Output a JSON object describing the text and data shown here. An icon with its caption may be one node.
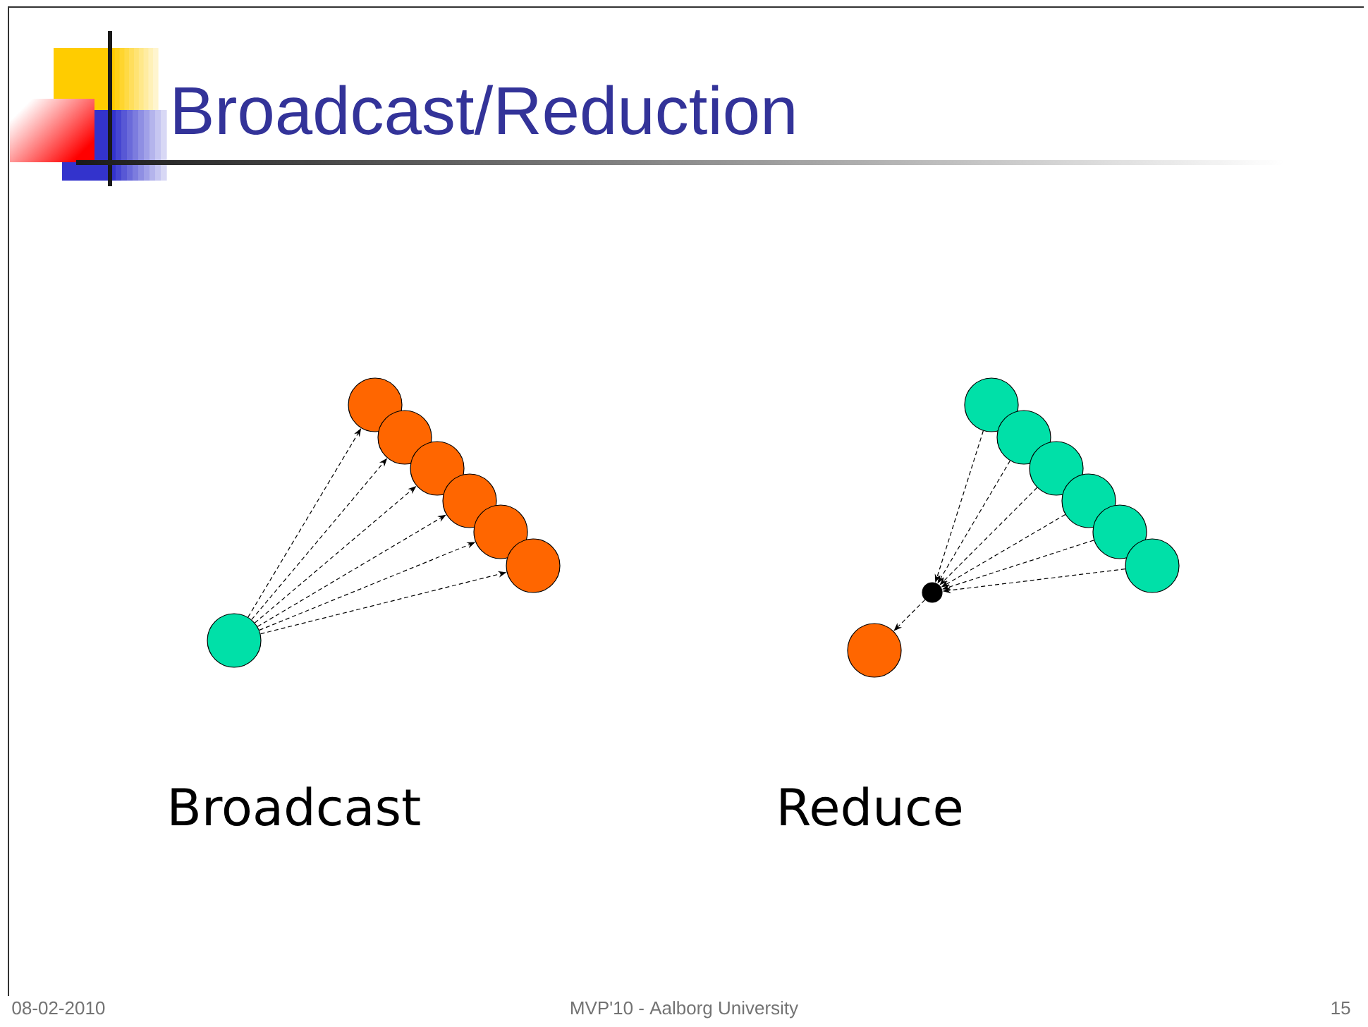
{
  "diagram": {
    "title": "Broadcast/Reduction",
    "nodes": [
      {
        "text": [],
        "shape": "circle"
      },
      {
        "text": [],
        "shape": "circle"
      },
      {
        "text": [],
        "shape": "circle"
      },
      {
        "text": [],
        "shape": "circle"
      },
      {
        "text": [],
        "shape": "circle"
      },
      {
        "text": [],
        "shape": "circle"
      },
      {
        "text": [],
        "shape": "circle"
      },
      {
        "text": [],
        "shape": "circle"
      },
      {
        "text": [],
        "shape": "circle"
      },
      {
        "text": [],
        "shape": "circle"
      },
      {
        "text": [],
        "shape": "circle"
      },
      {
        "text": [],
        "shape": "circle"
      },
      {
        "text": [],
        "shape": "circle"
      },
      {
        "text": [],
        "shape": "circle"
      },
      {
        "text": [],
        "shape": "circle"
      }
    ],
    "edges": [
      {
        "from": 0,
        "to": 1,
        "arrow": "to",
        "style": "dashed"
      },
      {
        "from": 0,
        "to": 2,
        "arrow": "to",
        "style": "dashed"
      },
      {
        "from": 0,
        "to": 3,
        "arrow": "to",
        "style": "dashed"
      },
      {
        "from": 0,
        "to": 4,
        "arrow": "to",
        "style": "dashed"
      },
      {
        "from": 0,
        "to": 5,
        "arrow": "to",
        "style": "dashed"
      },
      {
        "from": 0,
        "to": 6,
        "arrow": "to",
        "style": "dashed"
      },
      {
        "from": 7,
        "to": 13,
        "arrow": "to",
        "style": "dashed"
      },
      {
        "from": 8,
        "to": 13,
        "arrow": "to",
        "style": "dashed"
      },
      {
        "from": 9,
        "to": 13,
        "arrow": "to",
        "style": "dashed"
      },
      {
        "from": 10,
        "to": 13,
        "arrow": "to",
        "style": "dashed"
      },
      {
        "from": 11,
        "to": 13,
        "arrow": "to",
        "style": "dashed"
      },
      {
        "from": 12,
        "to": 13,
        "arrow": "to",
        "style": "dashed"
      },
      {
        "from": 13,
        "to": 14,
        "arrow": "to",
        "style": "dashed"
      }
    ],
    "labels": [
      "Broadcast",
      "Reduce",
      "08-02-2010",
      "MVP'10 - Aalborg University",
      "15"
    ]
  }
}
